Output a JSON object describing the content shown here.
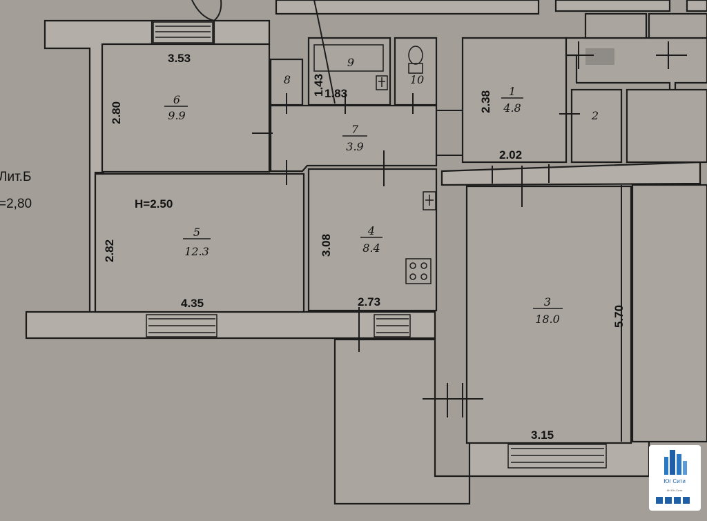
{
  "labels": {
    "lit": "Лит.Б",
    "height_outer": "=2,80",
    "height_inner": "H=2.50"
  },
  "rooms": [
    {
      "num": "1",
      "area": "4.8"
    },
    {
      "num": "2",
      "area": ""
    },
    {
      "num": "3",
      "area": "18.0"
    },
    {
      "num": "4",
      "area": "8.4"
    },
    {
      "num": "5",
      "area": "12.3"
    },
    {
      "num": "6",
      "area": "9.9"
    },
    {
      "num": "7",
      "area": "3.9"
    },
    {
      "num": "8",
      "area": ""
    },
    {
      "num": "9",
      "area": ""
    },
    {
      "num": "10",
      "area": ""
    }
  ],
  "dims": {
    "r6_w": "3.53",
    "r6_h": "2.80",
    "r5_h": "2.82",
    "r5_w": "4.35",
    "r4_h": "3.08",
    "r4_w": "2.73",
    "r9_h": "1.43",
    "r7_w": "1.83",
    "r1_h": "2.38",
    "r1_w": "2.02",
    "r3_h": "5.70",
    "r3_w": "3.15"
  },
  "logo": {
    "brand": "Юг Сити",
    "tagline": "АН Юг-Сити"
  }
}
